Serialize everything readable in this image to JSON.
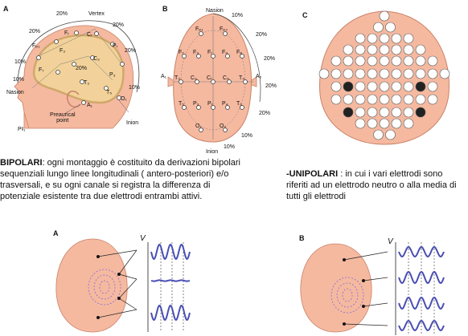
{
  "panel_a": {
    "letter": "A",
    "labels": {
      "vertex": "Vertex",
      "p20_a": "20%",
      "p20_b": "20%",
      "p20_c": "20%",
      "p20_d": "20%",
      "p20_e": "20%",
      "p10_a": "10%",
      "p10_b": "10%",
      "p10_c": "10%",
      "nasion": "Nasion",
      "inion": "Inion",
      "preauricular": "Preaurical\npoint",
      "fp1": "Fₚ₁",
      "pg1": "Pᵍ₁",
      "f7": "F₇",
      "f3": "F₃",
      "fz": "Fᵣ",
      "cz": "Cᵣ",
      "c3": "C₃",
      "pz": "Pᵣ",
      "p3": "P₃",
      "t3": "T₃",
      "t5": "T₅",
      "o1": "O₁",
      "a1": "A₁"
    }
  },
  "panel_b": {
    "letter": "B",
    "labels": {
      "nasion": "Nasion",
      "inion": "Inion",
      "p10_top": "10%",
      "p20_r1": "20%",
      "p20_r2": "20%",
      "p20_r3": "20%",
      "p20_r4": "20%",
      "p10_bot": "10%",
      "p10_bot2": "10%",
      "fp1": "Fₚ₁",
      "fp2": "Fₚ₂",
      "f7": "F₇",
      "f3": "F₃",
      "fz": "Fᵣ",
      "f4": "F₄",
      "f8": "F₈",
      "a1": "A₁",
      "t3": "T₃",
      "c3": "C₃",
      "cz": "Cᵣ",
      "c4": "C₄",
      "t4": "T₄",
      "a2": "A₂",
      "t5": "T₅",
      "p3": "P₃",
      "pz": "Pᵣ",
      "p4": "P₄",
      "t6": "T₆",
      "o1": "O₁",
      "o2": "O₂"
    }
  },
  "panel_c": {
    "letter": "C"
  },
  "bipolar": {
    "heading": "BIPOLARI",
    "body": ": ogni montaggio è costituito da derivazioni bipolari sequenziali lungo linee longitudinali ( antero-posteriori) e/o trasversali, e su ogni canale si registra la differenza di potenziale esistente tra due elettrodi entrambi attivi.",
    "figure_letter": "A",
    "axis_label": "V"
  },
  "unipolar": {
    "heading": "-UNIPOLARI",
    "body": " : in cui i vari elettrodi sono riferiti ad un elettrodo neutro  o alla media di tutti gli elettrodi",
    "figure_letter": "B",
    "axis_label": "V"
  },
  "colors": {
    "skin": "#f5b9a0",
    "skin_dark": "#e59a7c",
    "brain": "#f2d29a",
    "wave": "#4a4fb3",
    "electrode_dark": "#222222"
  }
}
